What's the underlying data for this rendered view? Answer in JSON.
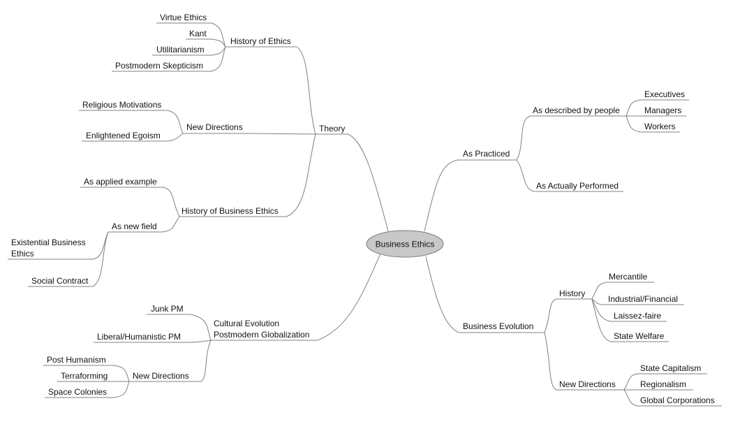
{
  "colors": {
    "edge": "#808080",
    "center_fill": "#c8c8c8",
    "center_stroke": "#7a7a7a",
    "text": "#111111"
  },
  "center": {
    "label": "Business Ethics"
  },
  "nodes": {
    "theory": "Theory",
    "history_of_ethics": "History of Ethics",
    "virtue_ethics": "Virtue Ethics",
    "kant": "Kant",
    "utilitarianism": "Utilitarianism",
    "postmodern_skepticism": "Postmodern Skepticism",
    "theory_new_directions": "New Directions",
    "religious_motivations": "Religious Motivations",
    "enlightened_egoism": "Enlightened Egoism",
    "history_of_business_ethics": "History of Business Ethics",
    "as_applied_example": "As applied example",
    "as_new_field": "As new field",
    "existential_business_ethics_1": "Existential Business",
    "existential_business_ethics_2": "Ethics",
    "social_contract": "Social Contract",
    "cultural_evolution_1": "Cultural Evolution",
    "cultural_evolution_2": "Postmodern Globalization",
    "junk_pm": "Junk PM",
    "liberal_humanistic_pm": "Liberal/Humanistic PM",
    "cultural_new_directions": "New Directions",
    "post_humanism": "Post Humanism",
    "terraforming": "Terraforming",
    "space_colonies": "Space Colonies",
    "as_practiced": "As Practiced",
    "as_described_by_people": "As described by people",
    "executives": "Executives",
    "managers": "Managers",
    "workers": "Workers",
    "as_actually_performed": "As Actually Performed",
    "business_evolution": "Business Evolution",
    "history": "History",
    "mercantile": "Mercantile",
    "industrial_financial": "Industrial/Financial",
    "laissez_faire": "Laissez-faire",
    "state_welfare": "State Welfare",
    "business_new_directions": "New Directions",
    "state_capitalism": "State Capitalism",
    "regionalism": "Regionalism",
    "global_corporations": "Global Corporations"
  }
}
